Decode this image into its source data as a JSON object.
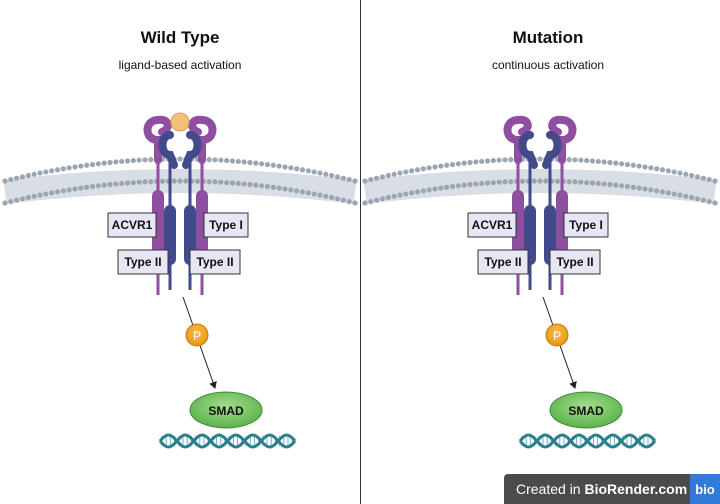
{
  "panels": [
    {
      "title": "Wild Type",
      "subtitle": "ligand-based activation",
      "has_ligand": true
    },
    {
      "title": "Mutation",
      "subtitle": "continuous activation",
      "has_ligand": false
    }
  ],
  "labels": {
    "acvr1": "ACVR1",
    "type1": "Type I",
    "type2_left": "Type II",
    "type2_right": "Type II",
    "phosphate": "P",
    "smad": "SMAD"
  },
  "badge": {
    "prefix": "Created in ",
    "brand": "BioRender.com",
    "logo": "bio"
  },
  "colors": {
    "type2_receptor": "#8e4fa0",
    "type1_receptor": "#434a8c",
    "membrane": "#9aa6b2",
    "ligand": "#f1c07a",
    "phosphate": "#f0a51c",
    "smad": "#6dbf5a",
    "dna": "#2a7f8f"
  }
}
